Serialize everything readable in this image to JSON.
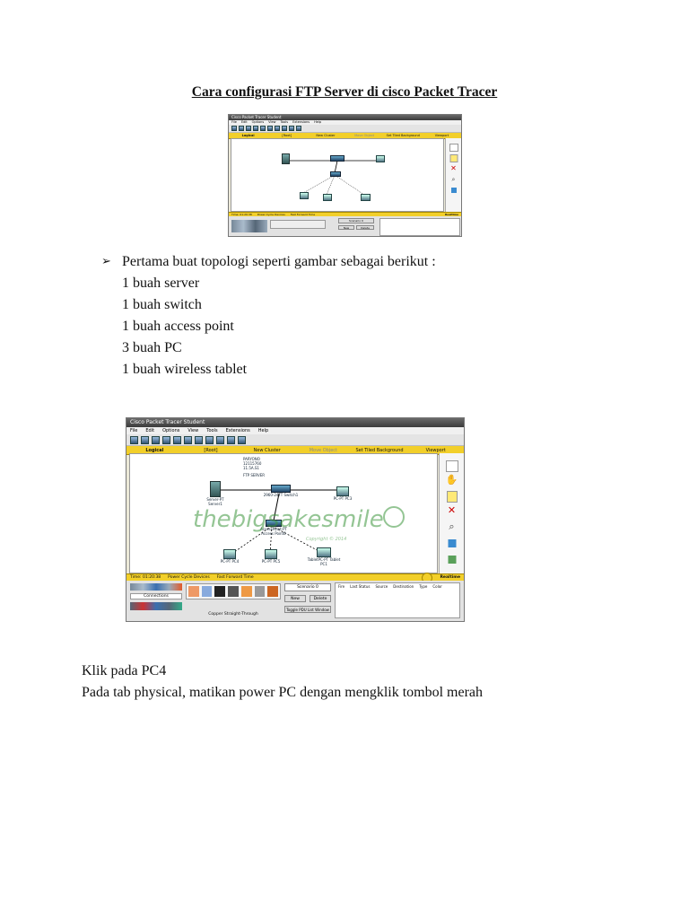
{
  "document": {
    "title": "Cara configurasi FTP Server di cisco Packet Tracer",
    "bullet_marker": "➢",
    "intro": "Pertama buat topologi seperti gambar sebagai berikut :",
    "items": [
      "1 buah server",
      "1 buah switch",
      "1 buah access point",
      "3 buah PC",
      "1 buah wireless tablet"
    ],
    "para1": "Klik pada PC4",
    "para2": "Pada tab physical, matikan power PC dengan mengklik tombol merah"
  },
  "screenshot": {
    "window_title": "Cisco Packet Tracer Student",
    "menu": [
      "File",
      "Edit",
      "Options",
      "View",
      "Tools",
      "Extensions",
      "Help"
    ],
    "goldbar": [
      "Logical",
      "[Root]",
      "New Cluster",
      "Move Object",
      "Set Tiled Background",
      "Viewport"
    ],
    "server_info": [
      "PARYONO",
      "12115760",
      "11.5A.S1",
      "FTP SERVER"
    ],
    "nodes": {
      "server": "Server-PT Server1",
      "switch": "2960-24TT Switch1",
      "ap": "AccessPoint-PT Access Point0",
      "pc3": "PC-PT PC3",
      "pc4": "PC-PT PC4",
      "pc5": "PC-PT PC5",
      "tablet": "TabletPC-PT Tablet PC1"
    },
    "status_time": "Time: 01:20:38",
    "status_items": [
      "Power Cycle Devices",
      "Fast Forward Time"
    ],
    "realtime": "Realtime",
    "connections_label": "Connections",
    "cable_label": "Copper Straight-Through",
    "scenario": "Scenario 0",
    "btn_new": "New",
    "btn_delete": "Delete",
    "btn_toggle": "Toggle PDU List Window",
    "pdu_columns": [
      "Fire",
      "Last Status",
      "Source",
      "Destination",
      "Type",
      "Color"
    ],
    "watermark": "thebigsakesmile",
    "copyright": "Copyright © 2014",
    "colors": {
      "gold": "#f2cf2a",
      "workspace": "#ffffff",
      "link": "#000000"
    }
  }
}
